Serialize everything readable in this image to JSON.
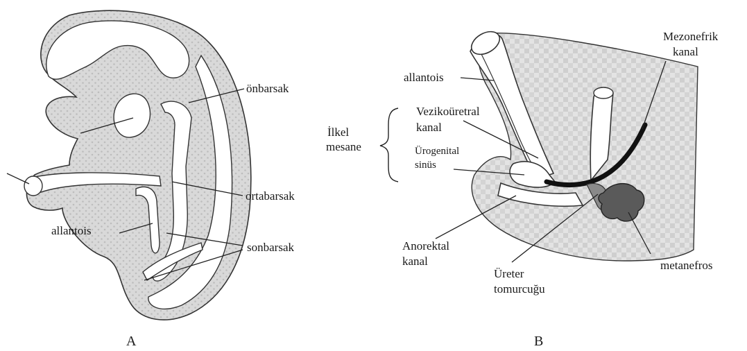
{
  "figure_a": {
    "panel_label": "A",
    "labels": {
      "foregut": "önbarsak",
      "midgut": "ortabarsak",
      "allantois": "allantois",
      "hindgut": "sonbarsak"
    }
  },
  "figure_b": {
    "panel_label": "B",
    "labels": {
      "mesonephric_line1": "Mezonefrik",
      "mesonephric_line2": "kanal",
      "allantois": "allantois",
      "vesicourethral_line1": "Vezikoüretral",
      "vesicourethral_line2": "kanal",
      "primitive_bladder_line1": "İlkel",
      "primitive_bladder_line2": "mesane",
      "urogenital_line1": "Ürogenital",
      "urogenital_line2": "sinüs",
      "anorectal_line1": "Anorektal",
      "anorectal_line2": "kanal",
      "ureteric_line1": "Üreter",
      "ureteric_line2": "tomurcuğu",
      "metanephros": "metanefros"
    }
  },
  "colors": {
    "tissue_fill": "#d6d6d6",
    "outline": "#333333",
    "duct": "#111111",
    "metanephros": "#555555"
  }
}
